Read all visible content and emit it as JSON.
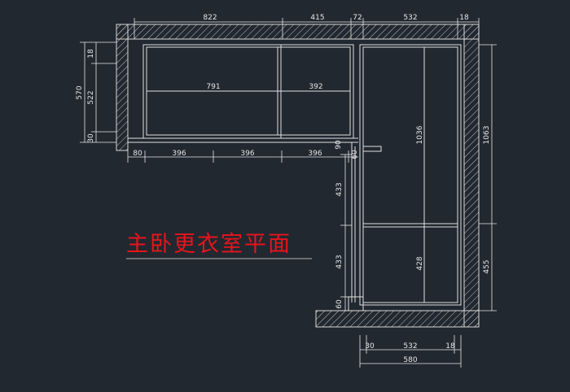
{
  "title": "主卧更衣室平面",
  "colors": {
    "background": "#212830",
    "wall_line": "#d9d9d9",
    "dimension": "#e6e6e6",
    "title": "#e8141c"
  },
  "dimensions": {
    "top": [
      "822",
      "415",
      "72",
      "532",
      "18"
    ],
    "left": [
      "570",
      "18",
      "522",
      "30"
    ],
    "upper_cabinet": [
      "791",
      "392"
    ],
    "bottom_row": [
      "80",
      "396",
      "396",
      "396",
      "90",
      "60"
    ],
    "tall_unit": "1036",
    "right": [
      "1063",
      "455"
    ],
    "middle_left": [
      "433",
      "433",
      "60"
    ],
    "lower_cabinet": "428",
    "bottom_a": [
      "30",
      "532",
      "18"
    ],
    "bottom_b": "580"
  }
}
